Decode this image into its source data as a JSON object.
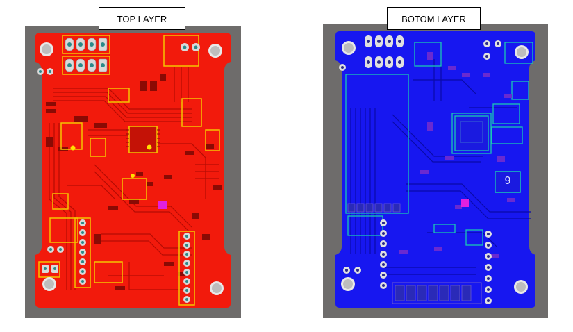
{
  "top_label": "TOP LAYER",
  "bottom_label": "BOTOM LAYER",
  "bottom_component_text": "9",
  "colors": {
    "top_copper": "#f21a0c",
    "top_trace": "#c40f06",
    "silkscreen": "#f5c400",
    "bottom_copper": "#1717f0",
    "bottom_trace": "#0a0ab0",
    "bottom_silk": "#19c8b4",
    "board_surround": "#6e6c6b",
    "via_highlight": "#e020e0"
  },
  "icons": {
    "mounting_hole": "circle",
    "pin_header": "rounded-square"
  }
}
